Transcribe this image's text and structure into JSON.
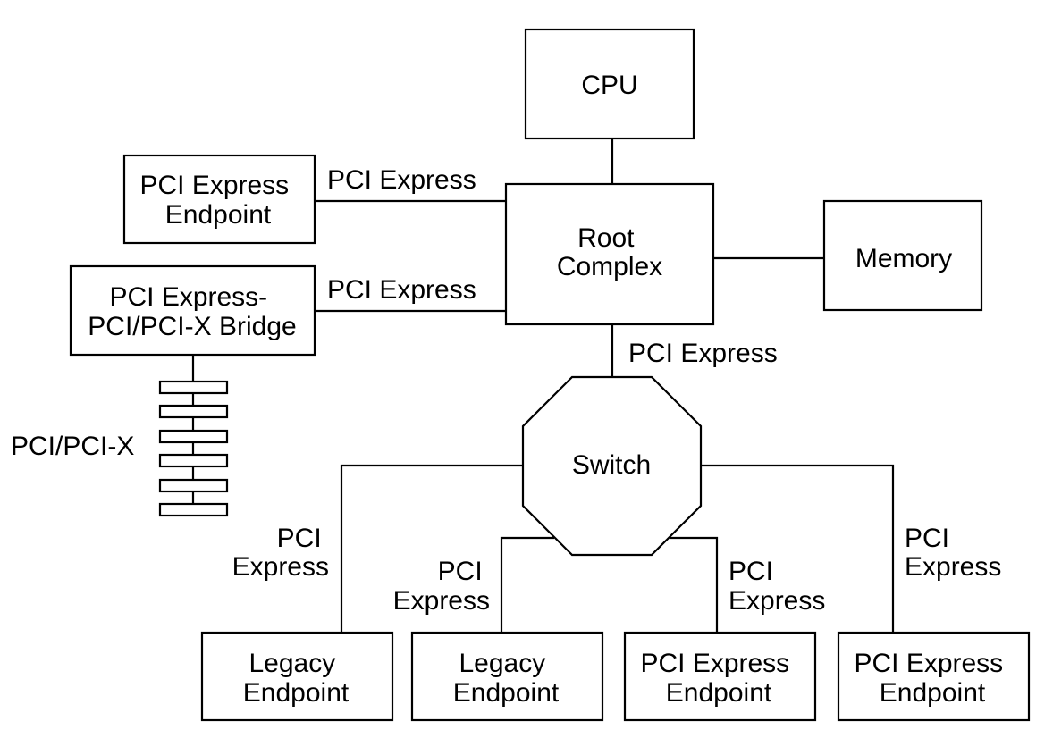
{
  "nodes": {
    "cpu": [
      "CPU"
    ],
    "root_complex": [
      "Root",
      "Complex"
    ],
    "memory": [
      "Memory"
    ],
    "pcie_endpoint_top": [
      "PCI Express",
      "Endpoint"
    ],
    "bridge": [
      "PCI Express-",
      "PCI/PCI-X Bridge"
    ],
    "switch": [
      "Switch"
    ],
    "legacy_endpoint_1": [
      "Legacy",
      "Endpoint"
    ],
    "legacy_endpoint_2": [
      "Legacy",
      "Endpoint"
    ],
    "pcie_endpoint_3": [
      "PCI Express",
      "Endpoint"
    ],
    "pcie_endpoint_4": [
      "PCI Express",
      "Endpoint"
    ]
  },
  "links": {
    "endpoint_top_to_root": [
      "PCI Express"
    ],
    "bridge_to_root": [
      "PCI Express"
    ],
    "root_to_switch": [
      "PCI Express"
    ],
    "switch_to_legacy_1": [
      "PCI",
      "Express"
    ],
    "switch_to_legacy_2": [
      "PCI",
      "Express"
    ],
    "switch_to_endpoint_3": [
      "PCI",
      "Express"
    ],
    "switch_to_endpoint_4": [
      "PCI",
      "Express"
    ],
    "pci_bus": [
      "PCI/PCI-X"
    ]
  }
}
